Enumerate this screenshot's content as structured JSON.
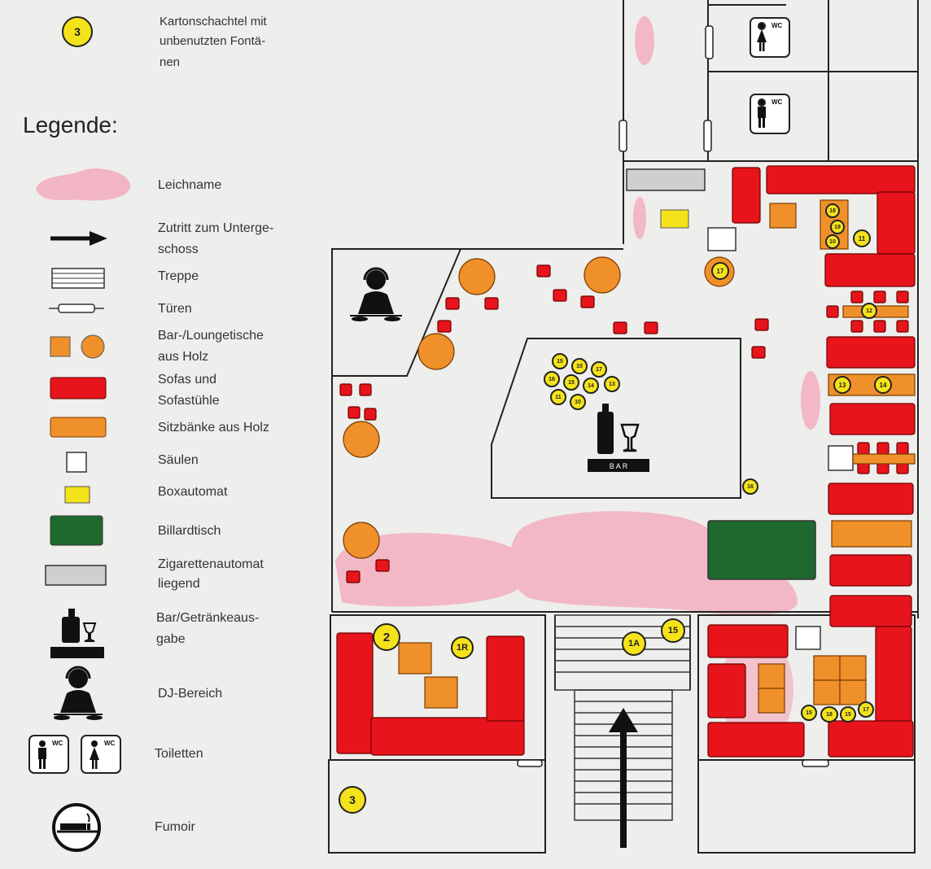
{
  "header_note": {
    "marker": "3",
    "text_lines": [
      "Kartonschachtel mit",
      "unbenutzten Fontä-",
      "nen"
    ]
  },
  "legend": {
    "title": "Legende:",
    "items": [
      {
        "key": "corpse",
        "lines": [
          "Leichname"
        ],
        "icon": "pink-blob-icon"
      },
      {
        "key": "access",
        "lines": [
          "Zutritt zum Unterge-",
          "schoss"
        ],
        "icon": "arrow-right-icon"
      },
      {
        "key": "stairs",
        "lines": [
          "Treppe"
        ],
        "icon": "stairs-icon"
      },
      {
        "key": "doors",
        "lines": [
          "Türen"
        ],
        "icon": "door-icon"
      },
      {
        "key": "tables",
        "lines": [
          "Bar-/Loungetische",
          "aus Holz"
        ],
        "icon": "wood-table-icon"
      },
      {
        "key": "sofas",
        "lines": [
          "Sofas und",
          "Sofastühle"
        ],
        "icon": "sofa-icon"
      },
      {
        "key": "benches",
        "lines": [
          "Sitzbänke aus Holz"
        ],
        "icon": "bench-icon"
      },
      {
        "key": "columns",
        "lines": [
          "Säulen"
        ],
        "icon": "column-icon"
      },
      {
        "key": "jukebox",
        "lines": [
          "Boxautomat"
        ],
        "icon": "jukebox-icon"
      },
      {
        "key": "billiard",
        "lines": [
          "Billardtisch"
        ],
        "icon": "billiard-icon"
      },
      {
        "key": "cigarette",
        "lines": [
          "Zigarettenautomat",
          "liegend"
        ],
        "icon": "cigarette-machine-icon"
      },
      {
        "key": "bar",
        "lines": [
          "Bar/Getränkeaus-",
          "gabe"
        ],
        "icon": "bar-icon"
      },
      {
        "key": "dj",
        "lines": [
          "DJ-Bereich"
        ],
        "icon": "dj-icon"
      },
      {
        "key": "toilets",
        "lines": [
          "Toiletten"
        ],
        "icon": "toilet-icon"
      },
      {
        "key": "fumoir",
        "lines": [
          "Fumoir"
        ],
        "icon": "no-smoking-icon"
      }
    ]
  },
  "map": {
    "bar_label": "B A R",
    "wc_label": "WC",
    "markers": {
      "fountain_box": "3",
      "lounge_two": "2",
      "m_1r": "1R",
      "m_1a": "1A",
      "m_1s": "15",
      "m_17": "17",
      "m_18": "18",
      "m_19": "19",
      "m_10": "10",
      "m_11": "11",
      "m_12": "12",
      "m_13": "13",
      "m_14": "14",
      "m_16": "16",
      "m_21": "15",
      "m_22": "10",
      "m_23": "17",
      "m_24": "16",
      "m_25": "15",
      "m_26": "14",
      "m_27": "13"
    }
  },
  "colors": {
    "sofa": "#e8141c",
    "wood": "#f0902a",
    "jukebox": "#f4e31a",
    "billiard": "#1e6a2e",
    "corpse": "#f2aec0",
    "cigarette": "#cfcfcf",
    "marker": "#f4e31a"
  }
}
